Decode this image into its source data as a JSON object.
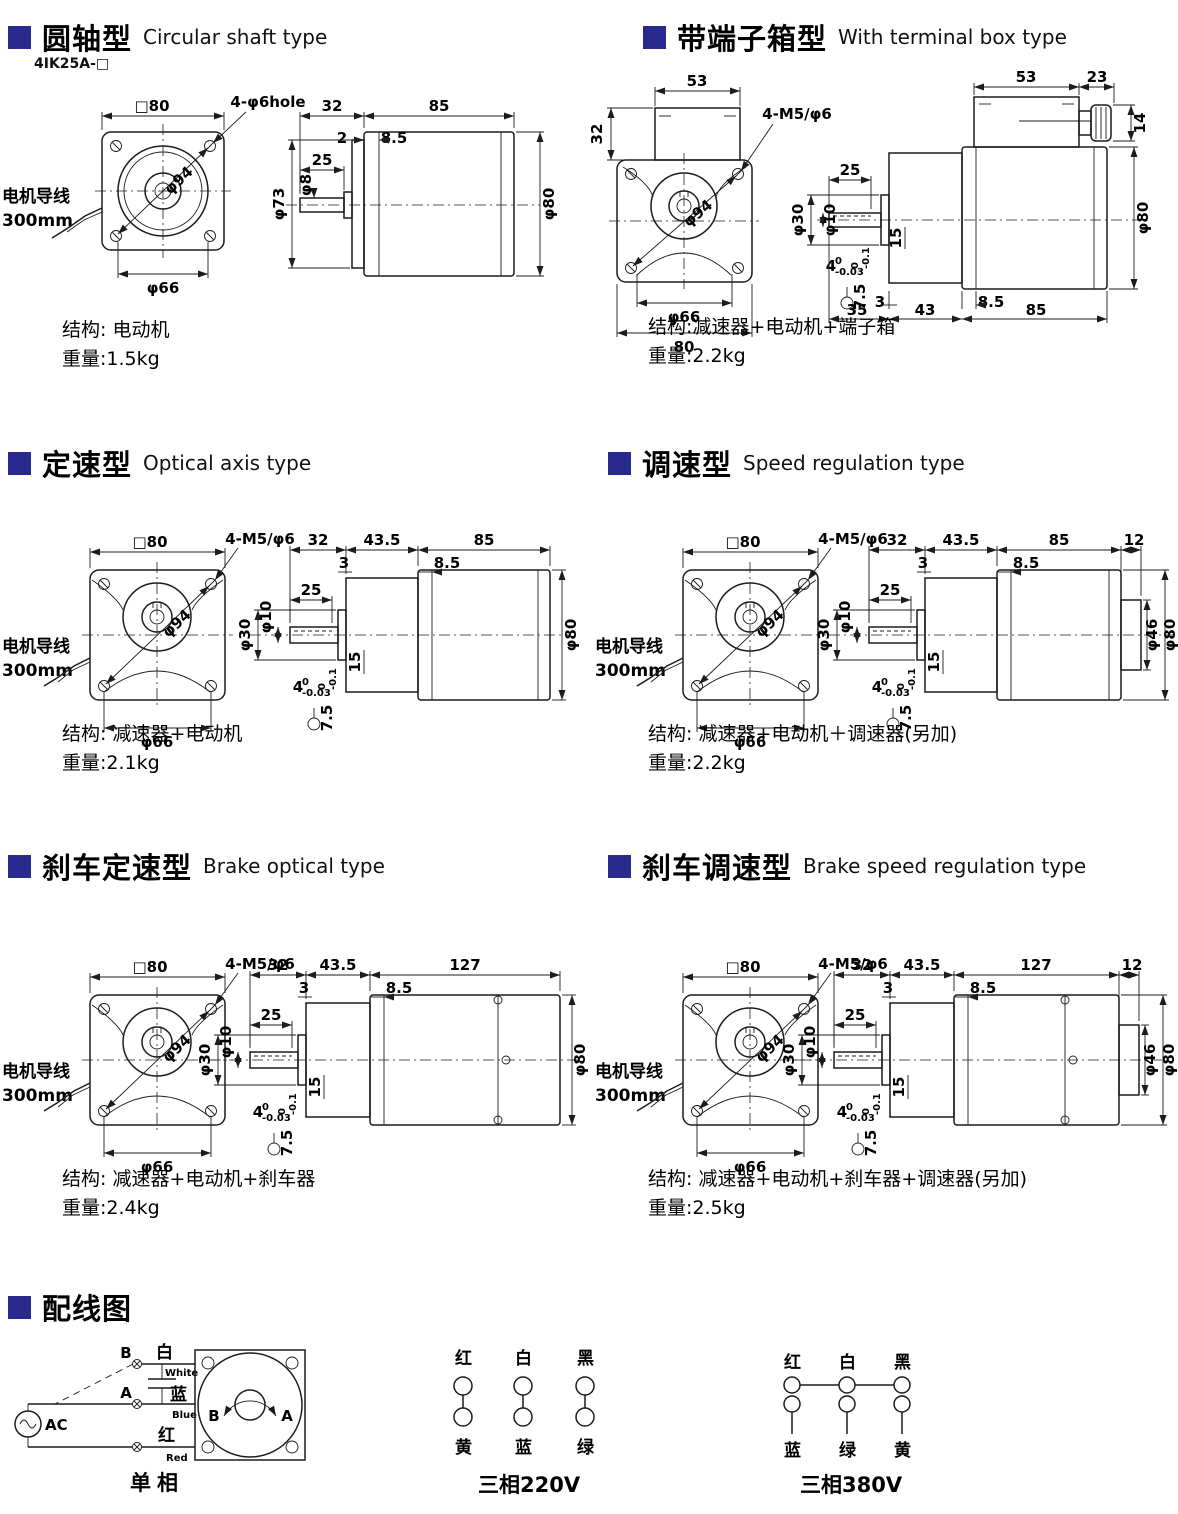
{
  "colors": {
    "accent": "#29298e",
    "ink": "#000000"
  },
  "sections": [
    {
      "title_zh": "圆轴型",
      "title_en": "Circular shaft type",
      "model": "4IK25A-□",
      "struct": "结构: 电动机",
      "weight": "重量:1.5kg"
    },
    {
      "title_zh": "带端子箱型",
      "title_en": "With terminal box type",
      "struct": "结构:减速器+电动机+端子箱",
      "weight": "重量:2.2kg"
    },
    {
      "title_zh": "定速型",
      "title_en": "Optical axis type",
      "struct": "结构: 减速器+电动机",
      "weight": "重量:2.1kg"
    },
    {
      "title_zh": "调速型",
      "title_en": "Speed regulation type",
      "struct": "结构: 减速器+电动机＋调速器(另加)",
      "weight": "重量:2.2kg"
    },
    {
      "title_zh": "刹车定速型",
      "title_en": "Brake optical type",
      "struct": "结构: 减速器+电动机+刹车器",
      "weight": "重量:2.4kg"
    },
    {
      "title_zh": "刹车调速型",
      "title_en": "Brake speed regulation type",
      "struct": "结构: 减速器+电动机+刹车器+调速器(另加)",
      "weight": "重量:2.5kg"
    }
  ],
  "lead": {
    "l1": "电机导线",
    "l2": "300mm"
  },
  "dims": {
    "sq80": "□80",
    "hole6": "4-φ6hole",
    "m5": "4-M5/φ6",
    "f94": "φ94",
    "f66": "φ66",
    "d80": "80",
    "d53": "53",
    "d32": "32",
    "d23": "23",
    "d14": "14",
    "d2": "2",
    "d85": "85",
    "d85h": "8.5",
    "d25": "25",
    "d3": "3",
    "d35": "35",
    "d43": "43",
    "d435": "43.5",
    "d127": "127",
    "d12": "12",
    "d15": "15",
    "f73": "φ73",
    "f8": "φ8",
    "f80": "φ80",
    "f30": "φ30",
    "f10": "φ10",
    "f46": "φ46",
    "tol4_main": "4",
    "tol_top": "0",
    "tol4_bot": "-0.03",
    "tol75_main": "7.5",
    "tol75_bot": "-0.1"
  },
  "wiring": {
    "title_zh": "配线图",
    "single": {
      "b": "B",
      "a": "A",
      "ac": "AC",
      "white_zh": "白",
      "white_en": "White",
      "blue_zh": "蓝",
      "blue_en": "Blue",
      "red_zh": "红",
      "red_en": "Red",
      "rot_b": "B",
      "rot_a": "A",
      "caption": "单相"
    },
    "t220": {
      "top": [
        "红",
        "白",
        "黑"
      ],
      "bottom": [
        "黄",
        "蓝",
        "绿"
      ],
      "caption": "三相220V"
    },
    "t380": {
      "top": [
        "红",
        "白",
        "黑"
      ],
      "bottom": [
        "蓝",
        "绿",
        "黄"
      ],
      "caption": "三相380V"
    }
  }
}
